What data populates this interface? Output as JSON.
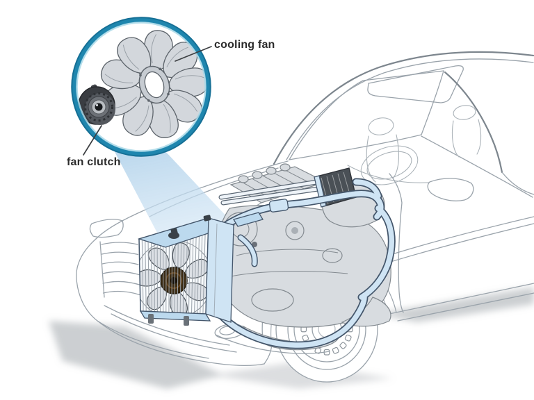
{
  "figure": {
    "type": "technical-illustration",
    "subject": "car engine cooling system cutaway with magnified cooling fan and fan clutch",
    "labels": {
      "cooling_fan": "cooling fan",
      "fan_clutch": "fan clutch"
    }
  },
  "colors": {
    "accent_ring": "#1f86ae",
    "accent_ring_dark": "#156f95",
    "accent_ring_light": "#a8d8e8",
    "beam_top": "#a9cde8",
    "beam_bottom": "#d6e8f6",
    "highlight_fill": "#cfe4f4",
    "highlight_mid": "#bcd9ee",
    "highlight_stroke": "#44566b",
    "line_art": "#9aa3ab",
    "line_art_dark": "#7d868e",
    "engine_fill": "#d8dce0",
    "engine_stroke": "#82898f",
    "heater_dark": "#4a5056",
    "hub_brown": "#3b2b13",
    "clutch_dark": "#3a3d42",
    "shadow": "#9aa0a6",
    "text": "#2b2b2b"
  }
}
